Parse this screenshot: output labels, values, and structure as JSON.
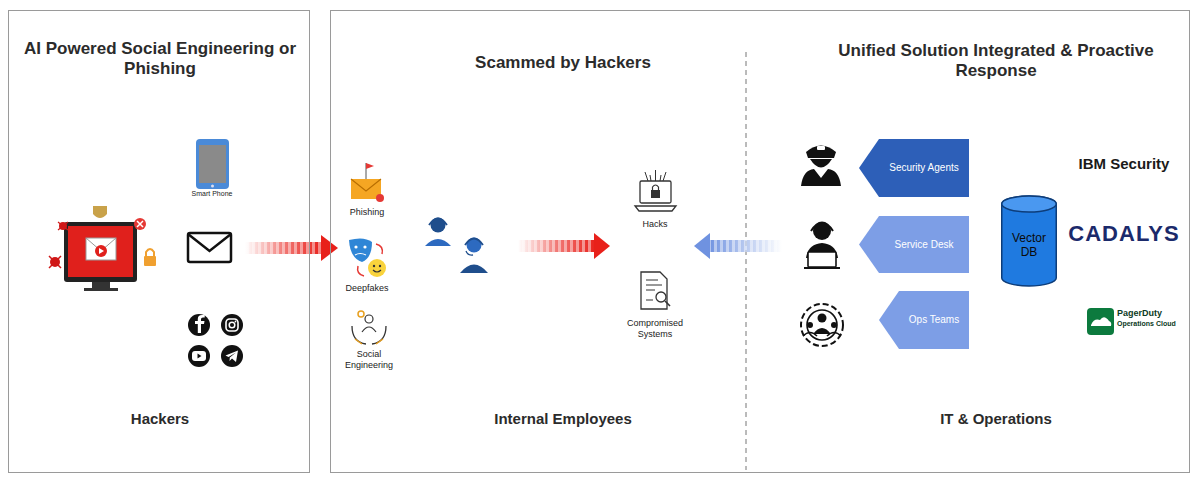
{
  "diagram": {
    "nodes": [
      {
        "text": [
          "AI Powered Social Engineering or Phishing",
          "Hackers"
        ]
      },
      {
        "text": [
          "Scammed by Hackers",
          "Internal Employees",
          "Unified Solution Integrated & Proactive Response",
          "IT & Operations"
        ]
      },
      {
        "text": [
          "Security Agents"
        ],
        "in": 1
      },
      {
        "text": [
          "Service Desk"
        ],
        "in": 1
      },
      {
        "text": [
          "Ops Teams"
        ],
        "in": 1
      },
      {
        "text": [
          "Vector DB"
        ],
        "in": 1
      }
    ],
    "labels": [
      "Smart Phone",
      "Phishing",
      "Deepfakes",
      "Social Engineering",
      "Hacks",
      "Compromised Systems",
      "IBM Security",
      "CADALYS",
      "PagerDuty",
      "Operations Cloud"
    ]
  }
}
